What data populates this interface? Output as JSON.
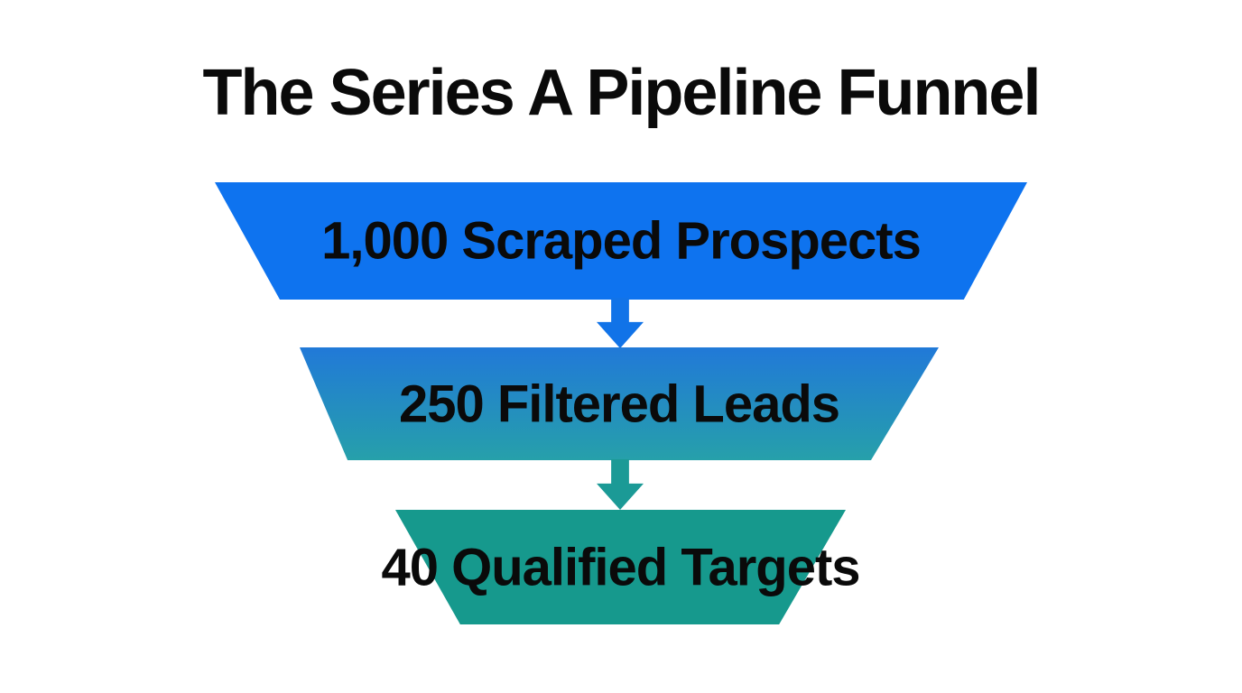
{
  "title": "The Series A Pipeline Funnel",
  "funnel": {
    "type": "funnel",
    "stages": [
      {
        "label": "1,000 Scraped Prospects",
        "value": 1000,
        "fill_top": "#0e73ef",
        "fill_bottom": "#0e73ef"
      },
      {
        "label": "250 Filtered Leads",
        "value": 250,
        "fill_top": "#2179d8",
        "fill_bottom": "#26a0aa"
      },
      {
        "label": "40 Qualified Targets",
        "value": 40,
        "fill_top": "#16998d",
        "fill_bottom": "#16998d"
      }
    ],
    "arrows": [
      {
        "icon": "down-arrow-icon",
        "color": "#1173e8"
      },
      {
        "icon": "down-arrow-icon",
        "color": "#1b9a96"
      }
    ]
  },
  "colors": {
    "background": "#ffffff",
    "text": "#0a0a0a"
  }
}
